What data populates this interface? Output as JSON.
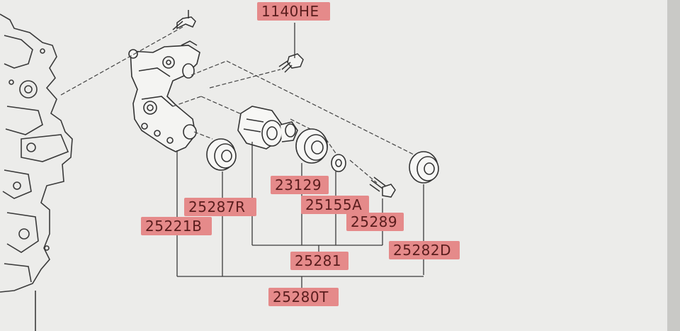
{
  "diagram": {
    "part_labels": {
      "p1140HE": "1140HE",
      "p23129": "23129",
      "p25287R": "25287R",
      "p25155A": "25155A",
      "p25221B": "25221B",
      "p25289": "25289",
      "p25282D": "25282D",
      "p25281": "25281",
      "p25280T": "25280T"
    }
  }
}
